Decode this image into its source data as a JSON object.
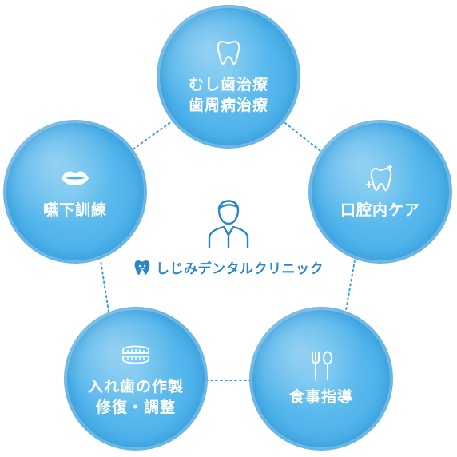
{
  "colors": {
    "circle": "#4fb3ea",
    "connector": "#3a9fd6",
    "clinic_text": "#2b88c8",
    "icon_stroke": "#2b88c8"
  },
  "center": {
    "clinic_name": "しじみデンタルクリニック",
    "doctor_icon": "doctor-icon",
    "logo_icon": "tooth-logo-icon"
  },
  "nodes": [
    {
      "id": "top",
      "label": "むし歯治療\n歯周病治療",
      "icon": "tooth-icon"
    },
    {
      "id": "right",
      "label": "口腔内ケア",
      "icon": "sparkling-tooth-icon"
    },
    {
      "id": "br",
      "label": "食事指導",
      "icon": "fork-spoon-icon"
    },
    {
      "id": "bl",
      "label": "入れ歯の作製\n修復・調整",
      "icon": "denture-icon"
    },
    {
      "id": "left",
      "label": "嚥下訓練",
      "icon": "lips-icon"
    }
  ]
}
